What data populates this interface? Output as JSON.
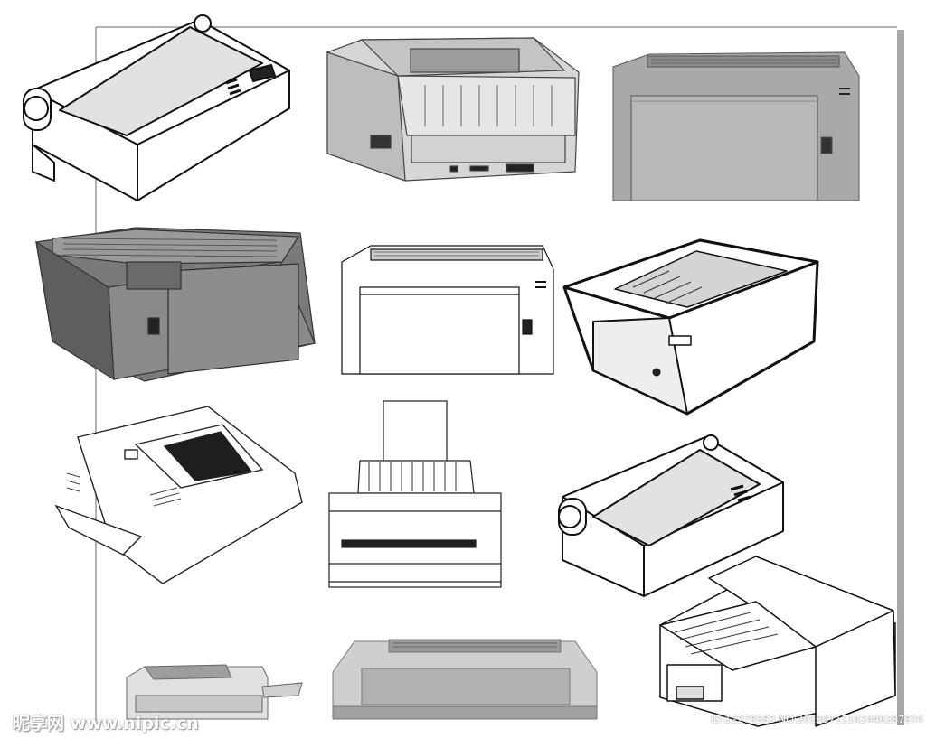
{
  "watermark": {
    "site": "昵享网 www.nipic.cn",
    "id_text": "ID:12279583 NO:20150711142446287974"
  },
  "colors": {
    "outline": "#111111",
    "light_gray": "#d8d8d8",
    "mid_gray": "#a8a8a8",
    "dark_gray": "#6e6e6e",
    "frame": "#9a9a9a"
  },
  "items": [
    {
      "name": "printer-dot-matrix-1",
      "style": "outline"
    },
    {
      "name": "printer-laser-gray-1",
      "style": "gray"
    },
    {
      "name": "printer-box-gray",
      "style": "gray"
    },
    {
      "name": "printer-dark-gray",
      "style": "dark"
    },
    {
      "name": "printer-box-outline",
      "style": "outline"
    },
    {
      "name": "printer-angled",
      "style": "outline"
    },
    {
      "name": "printer-copier",
      "style": "outline"
    },
    {
      "name": "printer-inkjet",
      "style": "outline"
    },
    {
      "name": "printer-dot-matrix-2",
      "style": "outline"
    },
    {
      "name": "printer-large-laser",
      "style": "outline"
    },
    {
      "name": "printer-small-copier",
      "style": "gray"
    },
    {
      "name": "printer-flat-gray",
      "style": "gray"
    }
  ]
}
